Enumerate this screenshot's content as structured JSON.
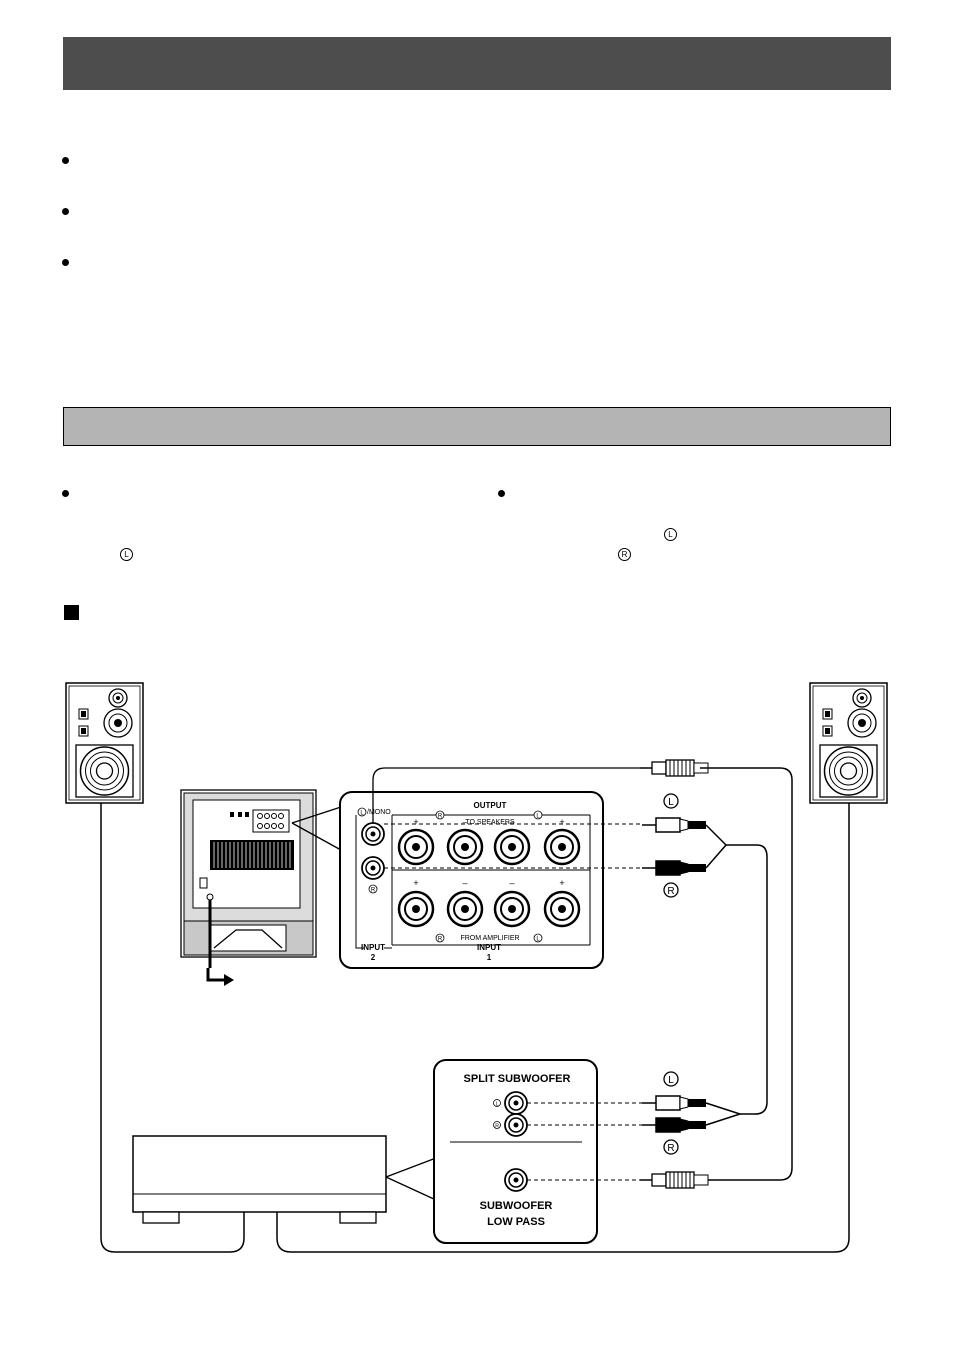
{
  "labels": {
    "left_channel": "L",
    "right_channel": "R"
  },
  "subwoofer_panel": {
    "output_label": "OUTPUT",
    "to_speakers": "TO SPEAKERS",
    "from_amplifier": "FROM AMPLIFIER",
    "input1_label": "INPUT",
    "input1_number": "1",
    "input2_label": "INPUT",
    "input2_number": "2",
    "mono_label": "/MONO",
    "plus": "+",
    "minus": "–"
  },
  "amp_panel": {
    "split_label": "SPLIT SUBWOOFER",
    "low_pass_line1": "SUBWOOFER",
    "low_pass_line2": "LOW PASS"
  },
  "colors": {
    "header_bar": "#4d4d4d",
    "subhead_bar": "#b4b4b4"
  }
}
